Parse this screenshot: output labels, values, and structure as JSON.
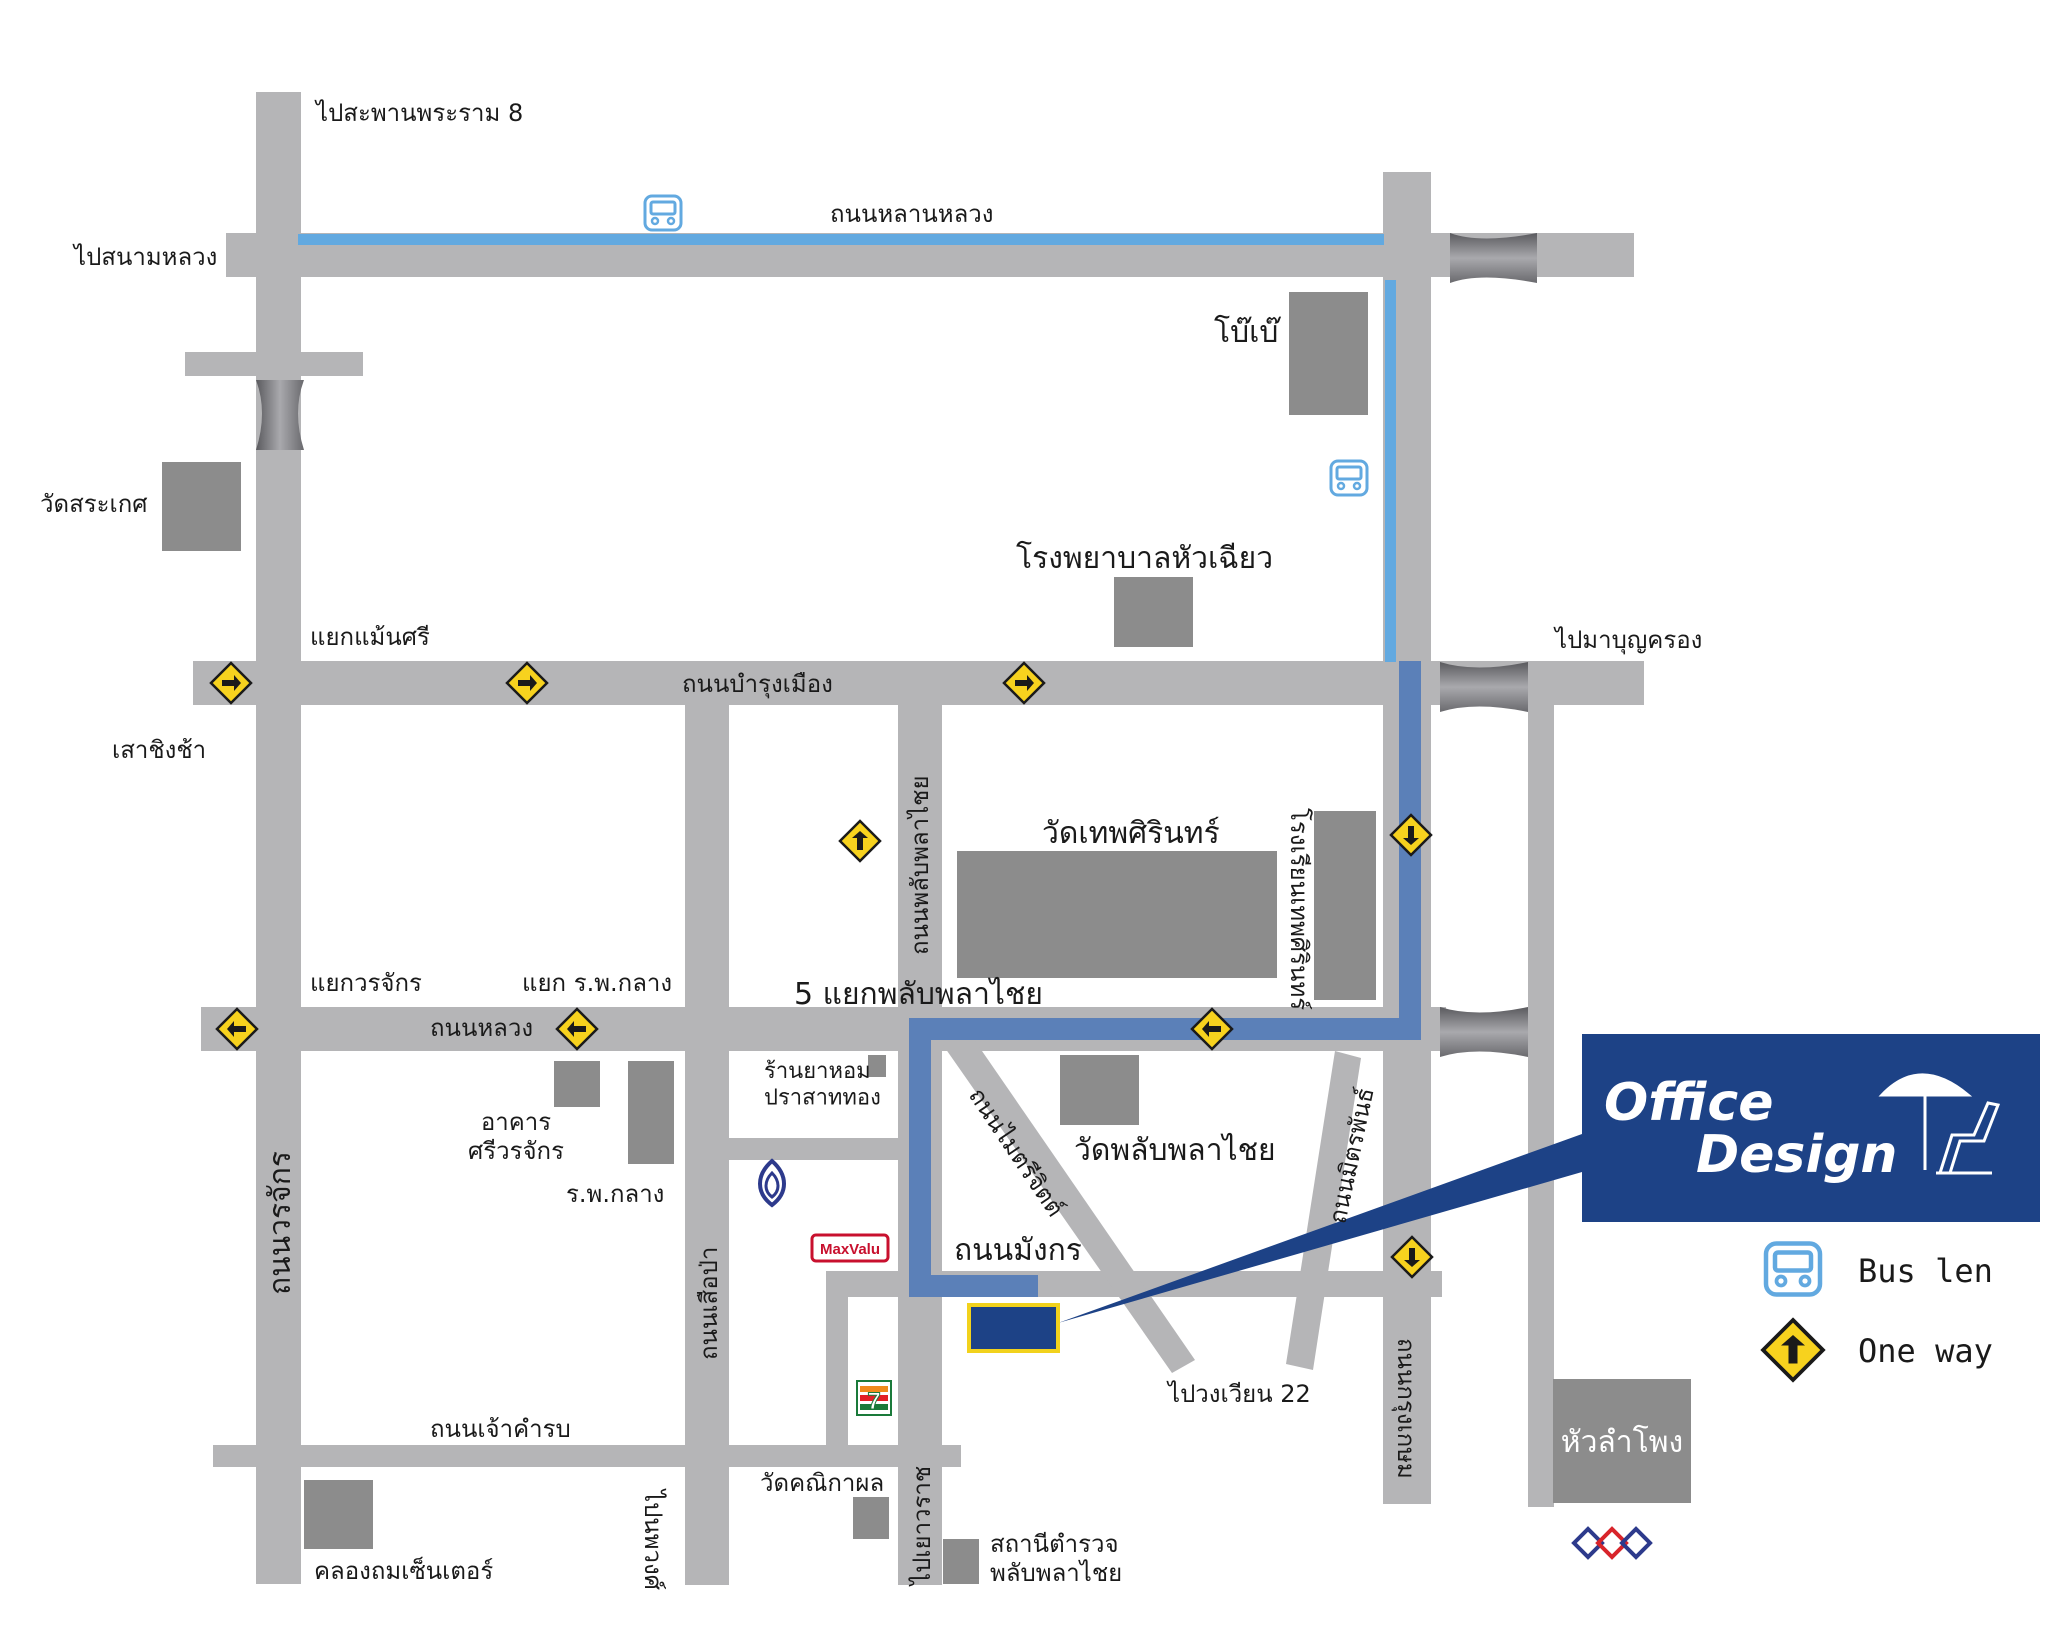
{
  "colors": {
    "road": "#b5b5b7",
    "bus_lane": "#62a9e0",
    "route": "#5b80b8",
    "building": "#8c8c8c",
    "brand_blue": "#1d4286",
    "sign_yellow": "#f7d21e",
    "target_border": "#f2d21c"
  },
  "labels": {
    "to_rama8": "ไปสะพานพระราม 8",
    "to_sanam_luang": "ไปสนามหลวง",
    "lan_luang_road": "ถนนหลานหลวง",
    "bobae": "โบ๊เบ๊",
    "wat_saket": "วัดสระเกศ",
    "hua_chiew_hospital": "โรงพยาบาลหัวเฉียว",
    "maen_si_junction": "แยกแม้นศรี",
    "to_mahboonkrong": "ไปมาบุญครอง",
    "bamrung_mueang_road": "ถนนบำรุงเมือง",
    "sao_ching_cha": "เสาชิงช้า",
    "wat_thep_sirin": "วัดเทพศิรินทร์",
    "thep_sirin_school": "โรงเรียนเทพศิรินทร์",
    "phlap_phla_chai_road_vertical": "ถนนพลับพลาไชย",
    "worachak_junction": "แยกวรจักร",
    "klang_hospital_junction": "แยก ร.พ.กลาง",
    "five_way_junction": "5 แยกพลับพลาไชย",
    "luang_road": "ถนนหลวง",
    "building_sriworachak": "อาคาร\nศรีวรจักร",
    "klang_hospital": "ร.พ.กลาง",
    "pharmacy": "ร้านยาหอม\nปราสาททอง",
    "wat_phlap_phla_chai": "วัดพลับพลาไชย",
    "maitri_chit_road": "ถนนไมตรีจิตต์",
    "mittraphan_road": "ถนนมิตรพันธ์",
    "worachak_road": "ถนนวรจักร",
    "suea_pa_road": "ถนนเสือป่า",
    "mangkon_road": "ถนนมังกร",
    "to_wongwian_22": "ไปวงเวียน 22",
    "chao_kham_rop_road": "ถนนเจ้าคำรบ",
    "wat_khanika_phon": "วัดคณิกาผล",
    "klong_thom_center": "คลองถมเซ็นเตอร์",
    "to_nopphawong": "ไปนพวงศ์",
    "yaowarat_road": "ไปเยาวราช",
    "police_station": "สถานีตำรวจ\nพลับพลาไชย",
    "krung_kasem_road": "ถนนกรุงเกษม",
    "hua_lamphong": "หัวลำโพง",
    "maxvalu": "MaxValu",
    "seven_eleven": "7"
  },
  "brand": {
    "line1": "Office",
    "line2": "Design"
  },
  "legend": {
    "bus_lane": "Bus len",
    "one_way": "One way"
  },
  "icons": {
    "bus": "bus-icon",
    "one_way_sign": "one-way-sign-icon",
    "bridge": "bridge-icon",
    "bank": "bangkok-bank-icon",
    "mrt": "mrt-logo-icon",
    "umbrella_chair": "beach-chair-umbrella-icon"
  }
}
